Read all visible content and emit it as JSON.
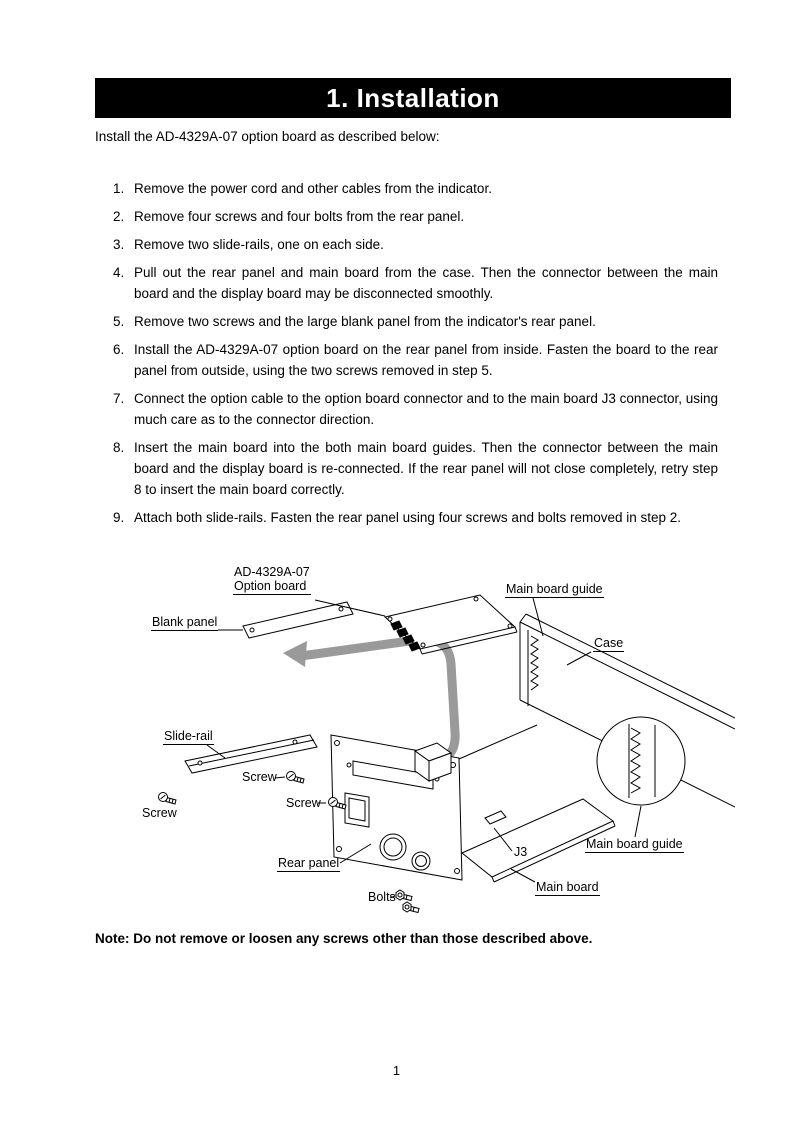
{
  "page": {
    "header_title": "1. Installation",
    "intro": "Install the AD-4329A-07 option board as described below:",
    "note": "Note: Do not remove or loosen any screws other than those described above.",
    "page_number": "1"
  },
  "colors": {
    "header_bg": "#000000",
    "header_text": "#ffffff",
    "arrow_gray": "#9a9a9a"
  },
  "steps": [
    {
      "num": "1.",
      "text": "Remove the power cord and other cables from the indicator."
    },
    {
      "num": "2.",
      "text": "Remove four screws and four bolts from the rear panel."
    },
    {
      "num": "3.",
      "text": "Remove two slide-rails, one on each side."
    },
    {
      "num": "4.",
      "text": "Pull out the rear panel and main board from the case. Then the connector between the main board and the display board may be disconnected smoothly."
    },
    {
      "num": "5.",
      "text": "Remove two screws and the large blank panel from the indicator's rear panel."
    },
    {
      "num": "6.",
      "text": "Install the AD-4329A-07 option board on the rear panel from inside. Fasten the board to the rear panel from outside, using the two screws removed in step 5."
    },
    {
      "num": "7.",
      "text": "Connect the option cable to the option board connector and to the main board J3 connector, using much care as to the connector direction."
    },
    {
      "num": "8.",
      "text": "Insert the main board into the both main board guides. Then the connector between the main board and the display board is re-connected. If the rear panel will not close completely, retry step 8 to insert the main board correctly."
    },
    {
      "num": "9.",
      "text": "Attach both slide-rails. Fasten the rear panel using four screws and bolts removed in step 2."
    }
  ],
  "diagram": {
    "labels": {
      "option_board_line1": "AD-4329A-07",
      "option_board_line2": "Option board",
      "main_board_guide_top": "Main board guide",
      "case": "Case",
      "blank_panel": "Blank panel",
      "slide_rail": "Slide-rail",
      "screw1": "Screw",
      "screw2": "Screw",
      "screw3": "Screw",
      "rear_panel": "Rear panel",
      "j3": "J3",
      "main_board_guide_bottom": "Main board guide",
      "main_board": "Main board",
      "bolts": "Bolts"
    }
  }
}
